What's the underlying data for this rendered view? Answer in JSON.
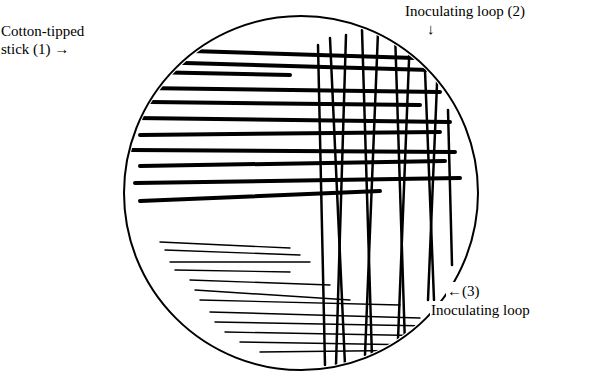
{
  "diagram": {
    "labels": [
      "Cotton-tipped stick (1) →",
      "Inoculating loop (2)",
      "↓",
      "←(3)",
      "Inoculating loop"
    ]
  }
}
